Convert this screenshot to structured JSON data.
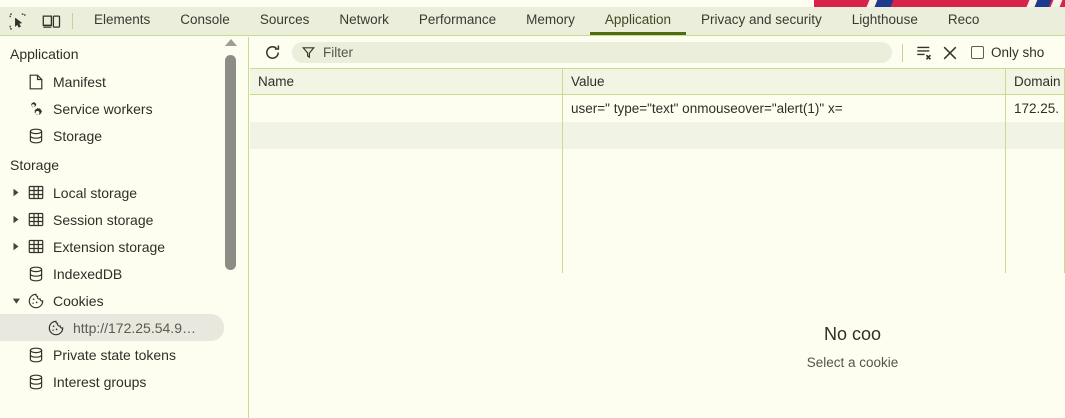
{
  "tabbar": {
    "inspect_icon": "inspect-element-icon",
    "device_icon": "device-toolbar-icon",
    "tabs": [
      {
        "label": "Elements",
        "active": false
      },
      {
        "label": "Console",
        "active": false
      },
      {
        "label": "Sources",
        "active": false
      },
      {
        "label": "Network",
        "active": false
      },
      {
        "label": "Performance",
        "active": false
      },
      {
        "label": "Memory",
        "active": false
      },
      {
        "label": "Application",
        "active": true
      },
      {
        "label": "Privacy and security",
        "active": false
      },
      {
        "label": "Lighthouse",
        "active": false
      },
      {
        "label": "Reco",
        "active": false
      }
    ],
    "active_tab": "Application",
    "accent_color": "#4e6b17",
    "background": "#eaeeda"
  },
  "sidebar": {
    "sections": [
      {
        "title": "Application",
        "items": [
          {
            "label": "Manifest",
            "icon": "manifest-icon",
            "twisty": "none",
            "selected": false,
            "level": 1
          },
          {
            "label": "Service workers",
            "icon": "service-workers-icon",
            "twisty": "none",
            "selected": false,
            "level": 1
          },
          {
            "label": "Storage",
            "icon": "storage-icon",
            "twisty": "none",
            "selected": false,
            "level": 1
          }
        ]
      },
      {
        "title": "Storage",
        "items": [
          {
            "label": "Local storage",
            "icon": "table-icon",
            "twisty": "collapsed",
            "selected": false,
            "level": 1
          },
          {
            "label": "Session storage",
            "icon": "table-icon",
            "twisty": "collapsed",
            "selected": false,
            "level": 1
          },
          {
            "label": "Extension storage",
            "icon": "table-icon",
            "twisty": "collapsed",
            "selected": false,
            "level": 1
          },
          {
            "label": "IndexedDB",
            "icon": "database-icon",
            "twisty": "none",
            "selected": false,
            "level": 1
          },
          {
            "label": "Cookies",
            "icon": "cookie-icon",
            "twisty": "expanded",
            "selected": false,
            "level": 1
          },
          {
            "label": "http://172.25.54.9…",
            "icon": "cookie-icon",
            "twisty": "none",
            "selected": true,
            "level": 2
          },
          {
            "label": "Private state tokens",
            "icon": "database-icon",
            "twisty": "none",
            "selected": false,
            "level": 1
          },
          {
            "label": "Interest groups",
            "icon": "database-icon",
            "twisty": "none",
            "selected": false,
            "level": 1
          }
        ]
      }
    ]
  },
  "toolbar": {
    "refresh_icon": "refresh-icon",
    "filter_icon": "funnel-icon",
    "filter_value": "",
    "filter_placeholder": "Filter",
    "clear_filtered_icon": "clear-filtered-cookies-icon",
    "clear_all_icon": "clear-all-cookies-icon",
    "only_show_label": "Only sho",
    "only_show_checked": false
  },
  "table": {
    "columns": [
      "Name",
      "Value",
      "Domain"
    ],
    "rows": [
      {
        "name": "",
        "value": "user=\" type=\"text\" onmouseover=\"alert(1)\" x=",
        "domain": "172.25."
      },
      {
        "name": "",
        "value": "",
        "domain": ""
      }
    ]
  },
  "preview": {
    "title": "No coo",
    "subtitle": "Select a cookie"
  }
}
